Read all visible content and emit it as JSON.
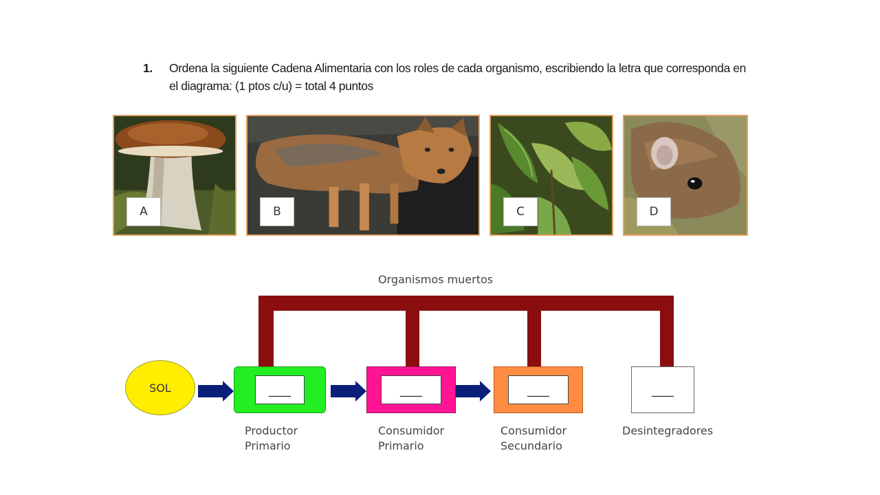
{
  "question": {
    "number": "1.",
    "text": "Ordena la siguiente  Cadena Alimentaria con los roles de cada organismo, escribiendo la letra que corresponda en el diagrama: (1 ptos c/u) = total 4 puntos"
  },
  "photos": [
    {
      "letter": "A"
    },
    {
      "letter": "B"
    },
    {
      "letter": "C"
    },
    {
      "letter": "D"
    }
  ],
  "diagram": {
    "top_label": "Organismos muertos",
    "sun_label": "SOL",
    "blank": "____",
    "roles": [
      {
        "line1": "Productor",
        "line2": "Primario",
        "color": "#22ee22"
      },
      {
        "line1": "Consumidor",
        "line2": "Primario",
        "color": "#ff1493"
      },
      {
        "line1": "Consumidor",
        "line2": "Secundario",
        "color": "#ff8c42"
      },
      {
        "line1": "Desintegradores",
        "line2": "",
        "color": "#ffffff"
      }
    ],
    "colors": {
      "bar": "#8b0e0e",
      "arrow": "#0a1f7a",
      "sun": "#ffee00"
    }
  }
}
